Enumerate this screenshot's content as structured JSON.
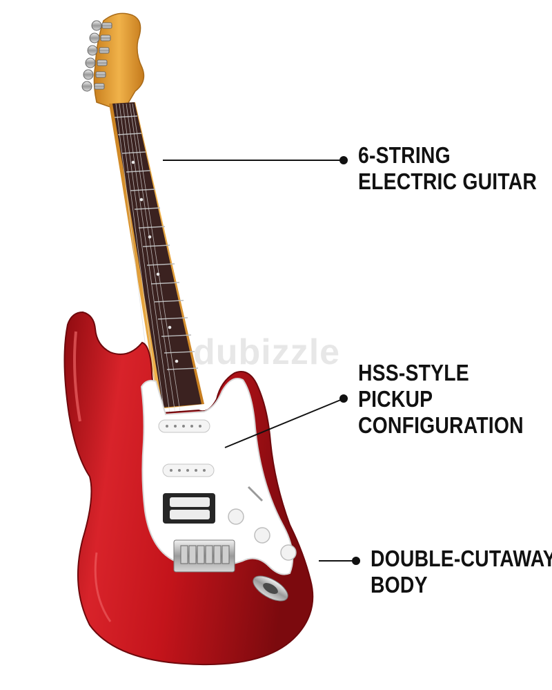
{
  "callouts": [
    {
      "lines": [
        "6-STRING",
        "ELECTRIC GUITAR"
      ]
    },
    {
      "lines": [
        "HSS-STYLE",
        "PICKUP",
        "CONFIGURATION"
      ]
    },
    {
      "lines": [
        "DOUBLE-CUTAWAY",
        "BODY"
      ]
    }
  ],
  "watermark": {
    "text": "dubizzle"
  },
  "colors": {
    "body": "#c8141c",
    "pickguard": "#ffffff",
    "fretboard": "#3a2320",
    "neck": "#e2a13a",
    "text": "#111111"
  }
}
